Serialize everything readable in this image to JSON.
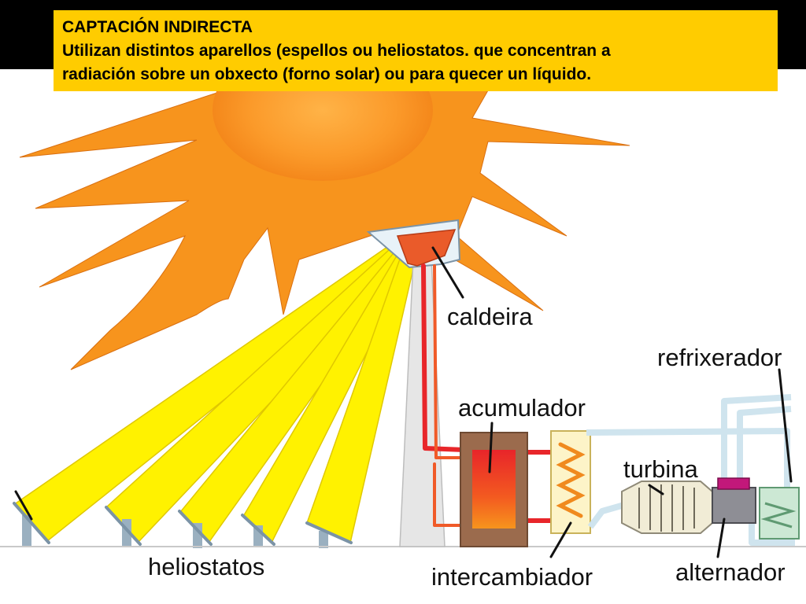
{
  "caption": {
    "title": "CAPTACIÓN INDIRECTA",
    "line1": "Utilizan  distintos aparellos (espellos ou heliostatos. que concentran a",
    "line2": "radiación sobre un obxecto (forno solar) ou para quecer un líquido."
  },
  "labels": {
    "caldeira": "caldeira",
    "refrixerador": "refrixerador",
    "acumulador": "acumulador",
    "turbina": "turbina",
    "heliostatos": "heliostatos",
    "intercambiador": "intercambiador",
    "alternador": "alternador"
  },
  "colors": {
    "caption_bg": "#ffcc00",
    "sun_orange": "#f7941d",
    "beam_yellow": "#fff200",
    "hot_pipe": "#e8262a",
    "cool_pipe": "#cfe4ee"
  }
}
